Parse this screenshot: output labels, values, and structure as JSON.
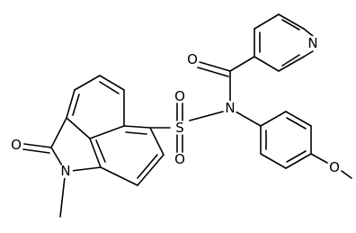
{
  "molecule": {
    "atoms": {
      "N_amide": "N",
      "S": "S",
      "O_S_top": "O",
      "O_S_bottom": "O",
      "O_carbonyl": "O",
      "N_pyridine": "N",
      "O_methoxy": "O",
      "O_lactam": "O",
      "N_lactam": "N"
    },
    "colors": {
      "bond": "#000000",
      "text": "#000000",
      "background": "#ffffff"
    }
  }
}
